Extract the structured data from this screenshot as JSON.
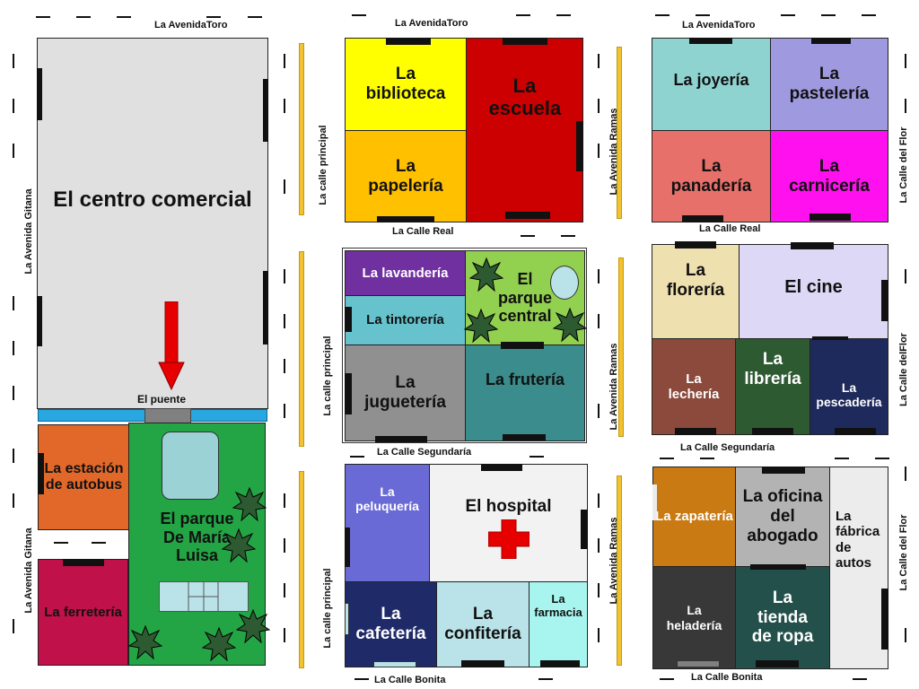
{
  "streets": {
    "toro_1": "La  AvenidaToro",
    "toro_2": "La  AvenidaToro",
    "toro_3": "La  AvenidaToro",
    "real_1": "La Calle  Real",
    "real_2": "La Calle  Real",
    "segundaria_1": "La  Calle Segundaría",
    "segundaria_2": "La  Calle Segundaría",
    "bonita_1": "La Calle Bonita",
    "bonita_2": "La Calle Bonita",
    "gitana_1": "La Avenida Gitana",
    "gitana_2": "La Avenida Gitana",
    "principal_1": "La calle  principal",
    "principal_2": "La calle  principal",
    "principal_3": "La calle  principal",
    "ramas_1": "La Avenida Ramas",
    "ramas_2": "La Avenida Ramas",
    "ramas_3": "La Avenida Ramas",
    "flor_1": "La Calle  del Flor",
    "flor_2": "La Calle  delFlor",
    "flor_3": "La Calle  del Flor"
  },
  "places": {
    "centro": "El centro comercial",
    "puente": "El puente",
    "estacion": "La estación de autobus",
    "ferreteria": "La ferretería",
    "parque_maria": "El parque De María Luisa",
    "biblioteca": "La biblioteca",
    "escuela": "La escuela",
    "papeleria": "La papelería",
    "joyeria": "La joyería",
    "pasteleria": "La pastelería",
    "panaderia": "La panadería",
    "carniceria": "La carnicería",
    "lavanderia": "La lavandería",
    "tintoreria": "La tintorería",
    "parque_central": "El parque central",
    "jugueteria": "La juguetería",
    "fruteria": "La frutería",
    "floreria": "La florería",
    "cine": "El cine",
    "lecheria": "La lechería",
    "libreria": "La librería",
    "pescaderia": "La pescadería",
    "peluqueria": "La peluquería",
    "hospital": "El hospital",
    "cafeteria": "La cafetería",
    "confiteria": "La confitería",
    "farmacia": "La farmacia",
    "zapateria": "La zapatería",
    "abogado": "La oficina del abogado",
    "fabrica": "La fábrica de autos",
    "heladeria": "La heladería",
    "tienda_ropa": "La tienda de ropa"
  },
  "colors": {
    "centro": "#e0e0e0",
    "estacion": "#e2682a",
    "ferreteria": "#c0114a",
    "parque": "#23a546",
    "biblioteca": "#ffff00",
    "escuela": "#cc0000",
    "papeleria": "#ffc000",
    "joyeria": "#8fd3d1",
    "pasteleria": "#9f9ae0",
    "panaderia": "#e8706a",
    "carniceria": "#ff10ee",
    "lavanderia": "#7030a0",
    "tintoreria": "#66c2cc",
    "parque_central": "#92d050",
    "jugueteria": "#909090",
    "fruteria": "#3b8c8c",
    "floreria": "#efe0b0",
    "cine": "#dcd8f5",
    "lecheria": "#8b4a3c",
    "libreria": "#2e5a32",
    "pescaderia": "#1f2a5c",
    "peluqueria": "#6a6ad6",
    "hospital": "#f2f2f2",
    "cafeteria": "#1f2a68",
    "confiteria": "#b9e3e8",
    "farmacia": "#a8f5ef",
    "zapateria": "#c97a12",
    "abogado": "#b3b3b3",
    "fabrica": "#ececec",
    "heladeria": "#383838",
    "tienda_ropa": "#23504a",
    "puente": "#29a7e0",
    "arrow": "#e60000"
  }
}
